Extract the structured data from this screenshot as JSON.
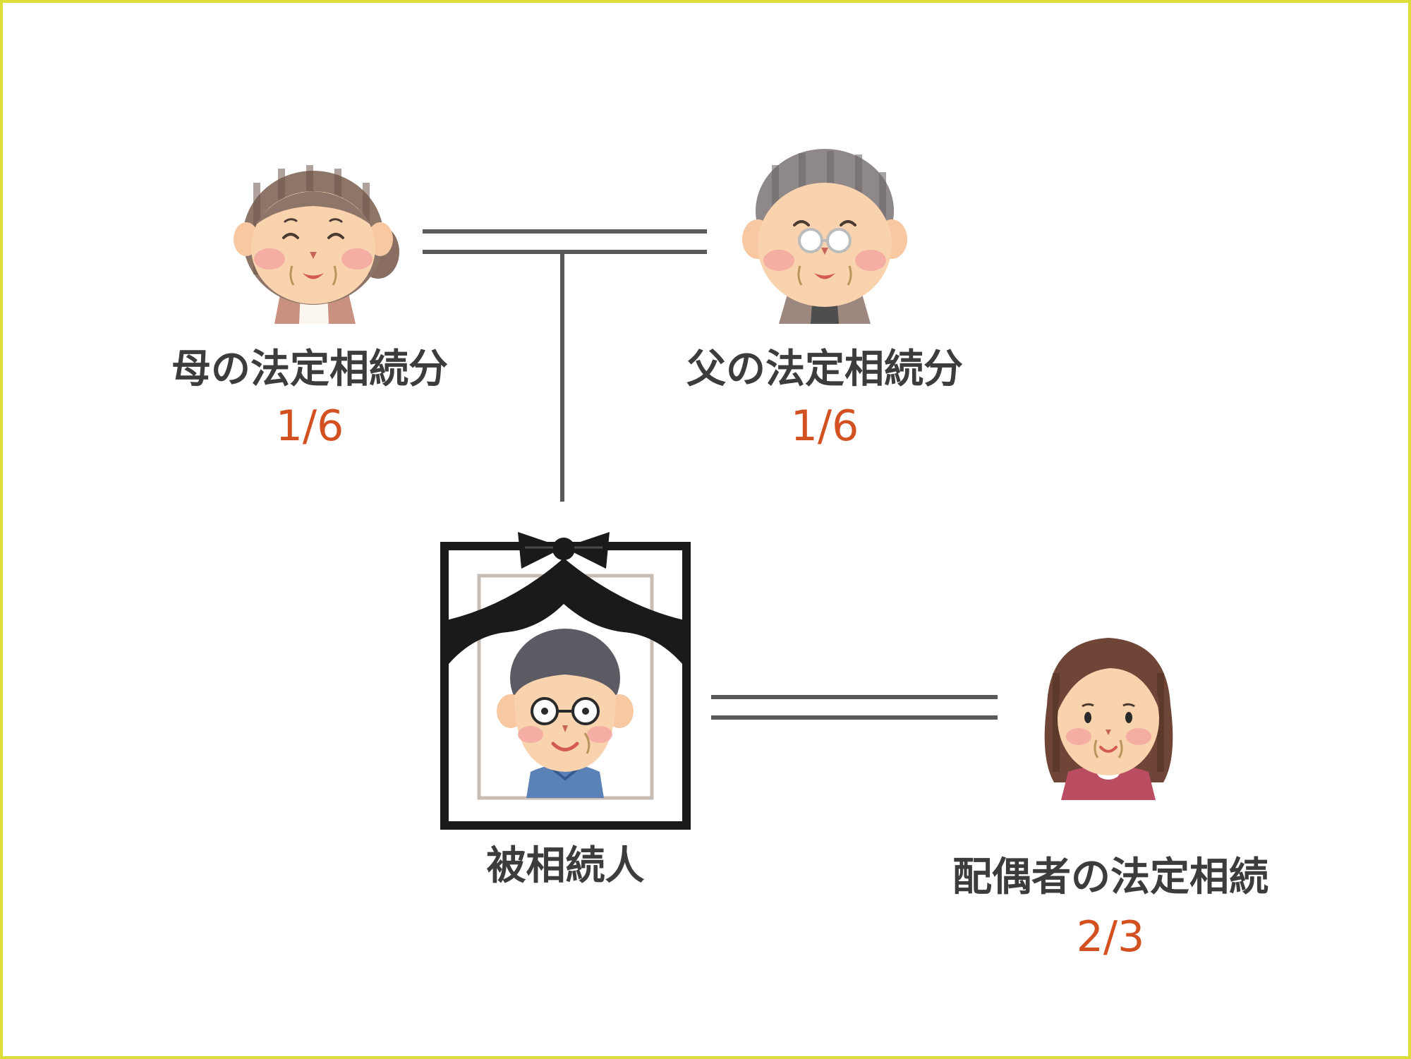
{
  "people": {
    "mother": {
      "label": "母の法定相続分",
      "share": "1/6"
    },
    "father": {
      "label": "父の法定相続分",
      "share": "1/6"
    },
    "deceased": {
      "label": "被相続人"
    },
    "spouse": {
      "label": "配偶者の法定相続",
      "share": "2/3"
    }
  },
  "colors": {
    "border": "#dede3a",
    "line": "#5a5a5a",
    "label": "#3c3c3c",
    "share": "#d35021"
  }
}
